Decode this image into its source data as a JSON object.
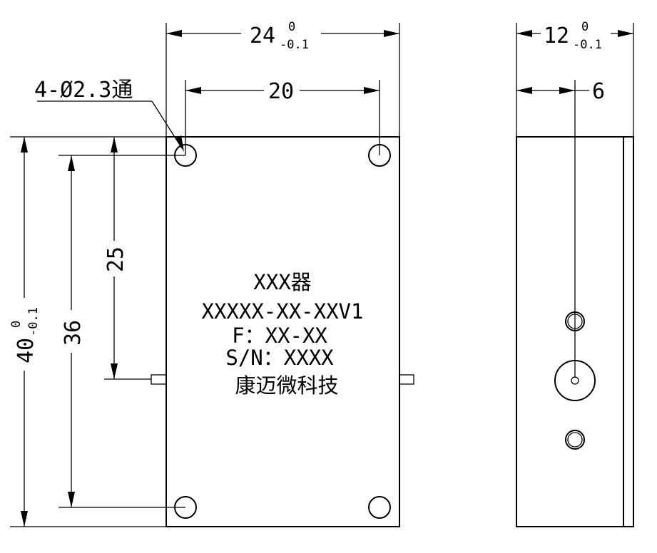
{
  "drawing": {
    "front_view": {
      "width_dim": {
        "value": "24",
        "upper_tol": "0",
        "lower_tol": "-0.1"
      },
      "hole_spacing_x": "20",
      "hole_callout": "4-Ø2.3通",
      "height_dim": {
        "value": "40",
        "upper_tol": "0",
        "lower_tol": "-0.1"
      },
      "hole_spacing_y": "36",
      "pin_offset": "25",
      "label_lines": [
        "XXX器",
        "XXXXX-XX-XXV1",
        "F：XX-XX",
        "S/N：XXXX",
        "康迈微科技"
      ]
    },
    "side_view": {
      "width_dim": {
        "value": "12",
        "upper_tol": "0",
        "lower_tol": "-0.1"
      },
      "center_dim": "6"
    }
  }
}
